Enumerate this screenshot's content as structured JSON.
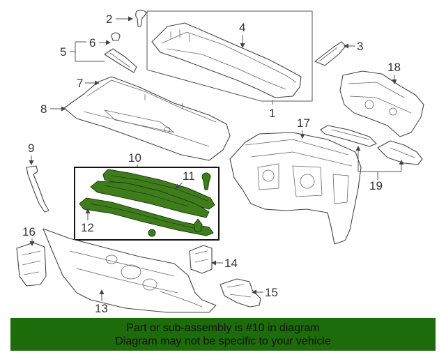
{
  "callouts": {
    "c1": "1",
    "c2": "2",
    "c3": "3",
    "c4": "4",
    "c5": "5",
    "c6": "6",
    "c7": "7",
    "c8": "8",
    "c9": "9",
    "c10": "10",
    "c11": "11",
    "c12": "12",
    "c13": "13",
    "c14": "14",
    "c15": "15",
    "c16": "16",
    "c17": "17",
    "c18": "18",
    "c19": "19"
  },
  "banner": {
    "line1": "Part or sub-assembly is #10 in diagram",
    "line2": "Diagram may not be specific to your vehicle",
    "background": "#1d6b0a"
  },
  "highlight_color": "#3e7c1c"
}
